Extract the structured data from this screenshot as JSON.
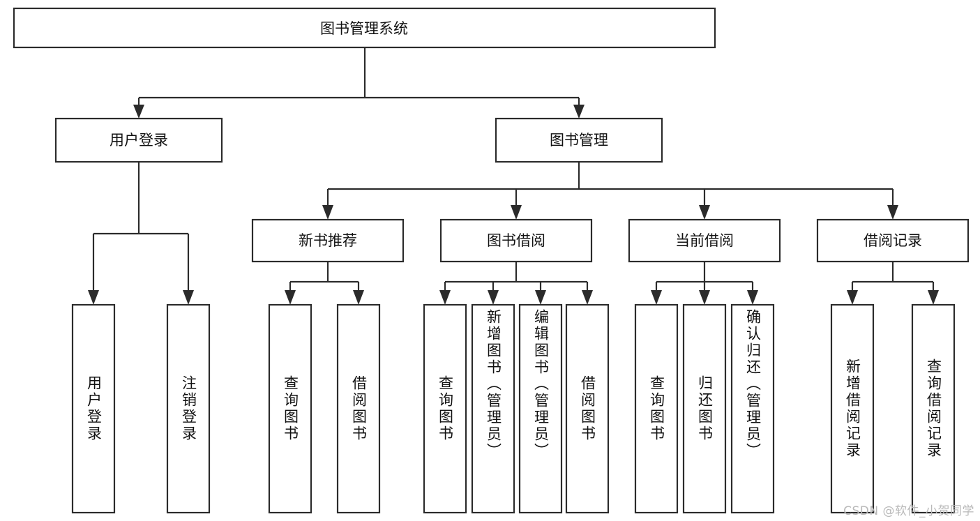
{
  "diagram": {
    "type": "tree",
    "title": "图书管理系统",
    "root": {
      "id": "root",
      "label": "图书管理系统",
      "orientation": "horizontal"
    },
    "level2": [
      {
        "id": "user-login",
        "label": "用户登录",
        "orientation": "horizontal"
      },
      {
        "id": "book-manage",
        "label": "图书管理",
        "orientation": "horizontal"
      }
    ],
    "level3": [
      {
        "id": "new-book-recommend",
        "label": "新书推荐",
        "parent": "book-manage",
        "orientation": "horizontal"
      },
      {
        "id": "book-borrow",
        "label": "图书借阅",
        "parent": "book-manage",
        "orientation": "horizontal"
      },
      {
        "id": "current-borrow",
        "label": "当前借阅",
        "parent": "book-manage",
        "orientation": "horizontal"
      },
      {
        "id": "borrow-record",
        "label": "借阅记录",
        "parent": "book-manage",
        "orientation": "horizontal"
      }
    ],
    "leaves": [
      {
        "id": "leaf-user-login",
        "label": "用户登录",
        "parent": "user-login",
        "orientation": "vertical"
      },
      {
        "id": "leaf-logout",
        "label": "注销登录",
        "parent": "user-login",
        "orientation": "vertical"
      },
      {
        "id": "leaf-query-book-1",
        "label": "查询图书",
        "parent": "new-book-recommend",
        "orientation": "vertical"
      },
      {
        "id": "leaf-borrow-book-1",
        "label": "借阅图书",
        "parent": "new-book-recommend",
        "orientation": "vertical"
      },
      {
        "id": "leaf-query-book-2",
        "label": "查询图书",
        "parent": "book-borrow",
        "orientation": "vertical"
      },
      {
        "id": "leaf-add-book",
        "label": "新增图书（管理员）",
        "parent": "book-borrow",
        "orientation": "vertical"
      },
      {
        "id": "leaf-edit-book",
        "label": "编辑图书（管理员）",
        "parent": "book-borrow",
        "orientation": "vertical"
      },
      {
        "id": "leaf-borrow-book-2",
        "label": "借阅图书",
        "parent": "book-borrow",
        "orientation": "vertical"
      },
      {
        "id": "leaf-query-book-3",
        "label": "查询图书",
        "parent": "current-borrow",
        "orientation": "vertical"
      },
      {
        "id": "leaf-return-book",
        "label": "归还图书",
        "parent": "current-borrow",
        "orientation": "vertical"
      },
      {
        "id": "leaf-confirm-return",
        "label": "确认归还（管理员）",
        "parent": "current-borrow",
        "orientation": "vertical"
      },
      {
        "id": "leaf-add-record",
        "label": "新增借阅记录",
        "parent": "borrow-record",
        "orientation": "vertical"
      },
      {
        "id": "leaf-query-record",
        "label": "查询借阅记录",
        "parent": "borrow-record",
        "orientation": "vertical"
      }
    ],
    "colors": {
      "stroke": "#2b2b2b",
      "fill": "#ffffff",
      "text": "#111111",
      "background": "#ffffff",
      "watermark": "#b9b9b9"
    }
  },
  "watermark": {
    "text": "CSDN @软件_小贺同学"
  }
}
